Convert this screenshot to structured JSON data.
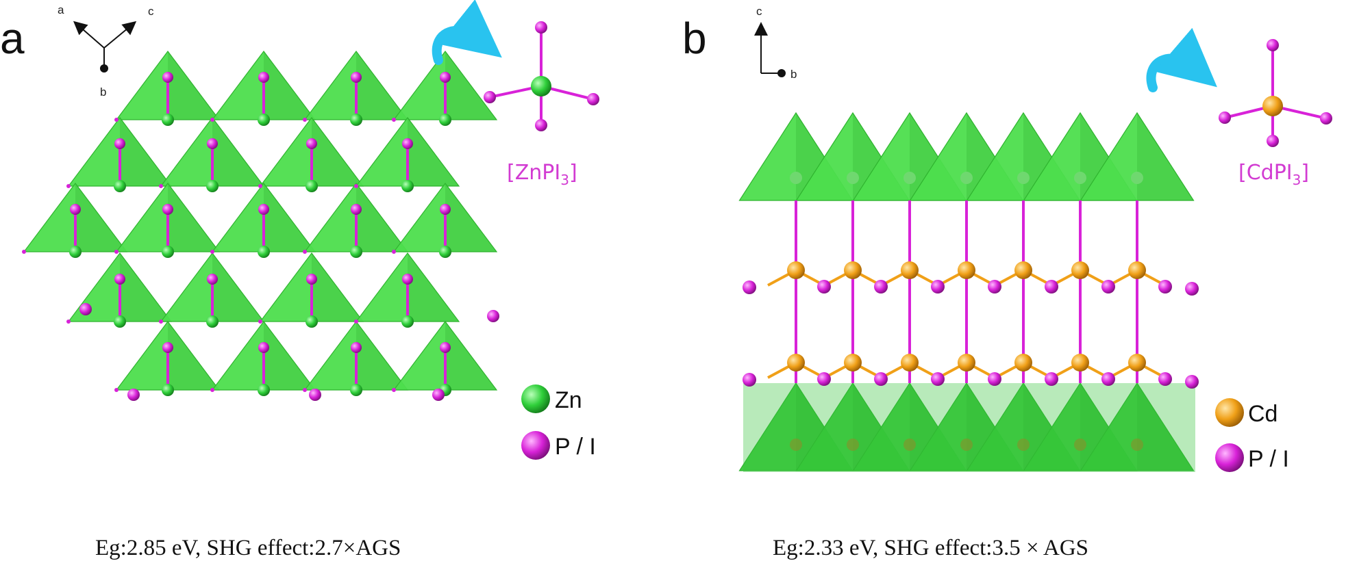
{
  "panels": [
    {
      "letter": "a",
      "axes": {
        "a": "a",
        "b": "b",
        "c": "c"
      },
      "formula": {
        "pre": "[ZnPI",
        "sub": "3",
        "post": "]"
      },
      "legend": [
        {
          "label": "Zn",
          "color": "#2fcf3a"
        },
        {
          "label": "P / I",
          "color": "#d822d8"
        }
      ],
      "caption": "Eg:2.85 eV, SHG effect:2.7×AGS"
    },
    {
      "letter": "b",
      "axes": {
        "c": "c",
        "b": "b"
      },
      "formula": {
        "pre": "[CdPI",
        "sub": "3",
        "post": "]"
      },
      "legend": [
        {
          "label": "Cd",
          "color": "#f0a018"
        },
        {
          "label": "P / I",
          "color": "#d822d8"
        }
      ],
      "caption": "Eg:2.33 eV, SHG effect:3.5 × AGS"
    }
  ],
  "colors": {
    "tetra_fill": "#4dde4d",
    "tetra_edge": "#2fb42f",
    "zn": "#2fcf3a",
    "cd": "#f0a018",
    "p_i": "#d822d8",
    "arrow": "#29c3ef"
  }
}
